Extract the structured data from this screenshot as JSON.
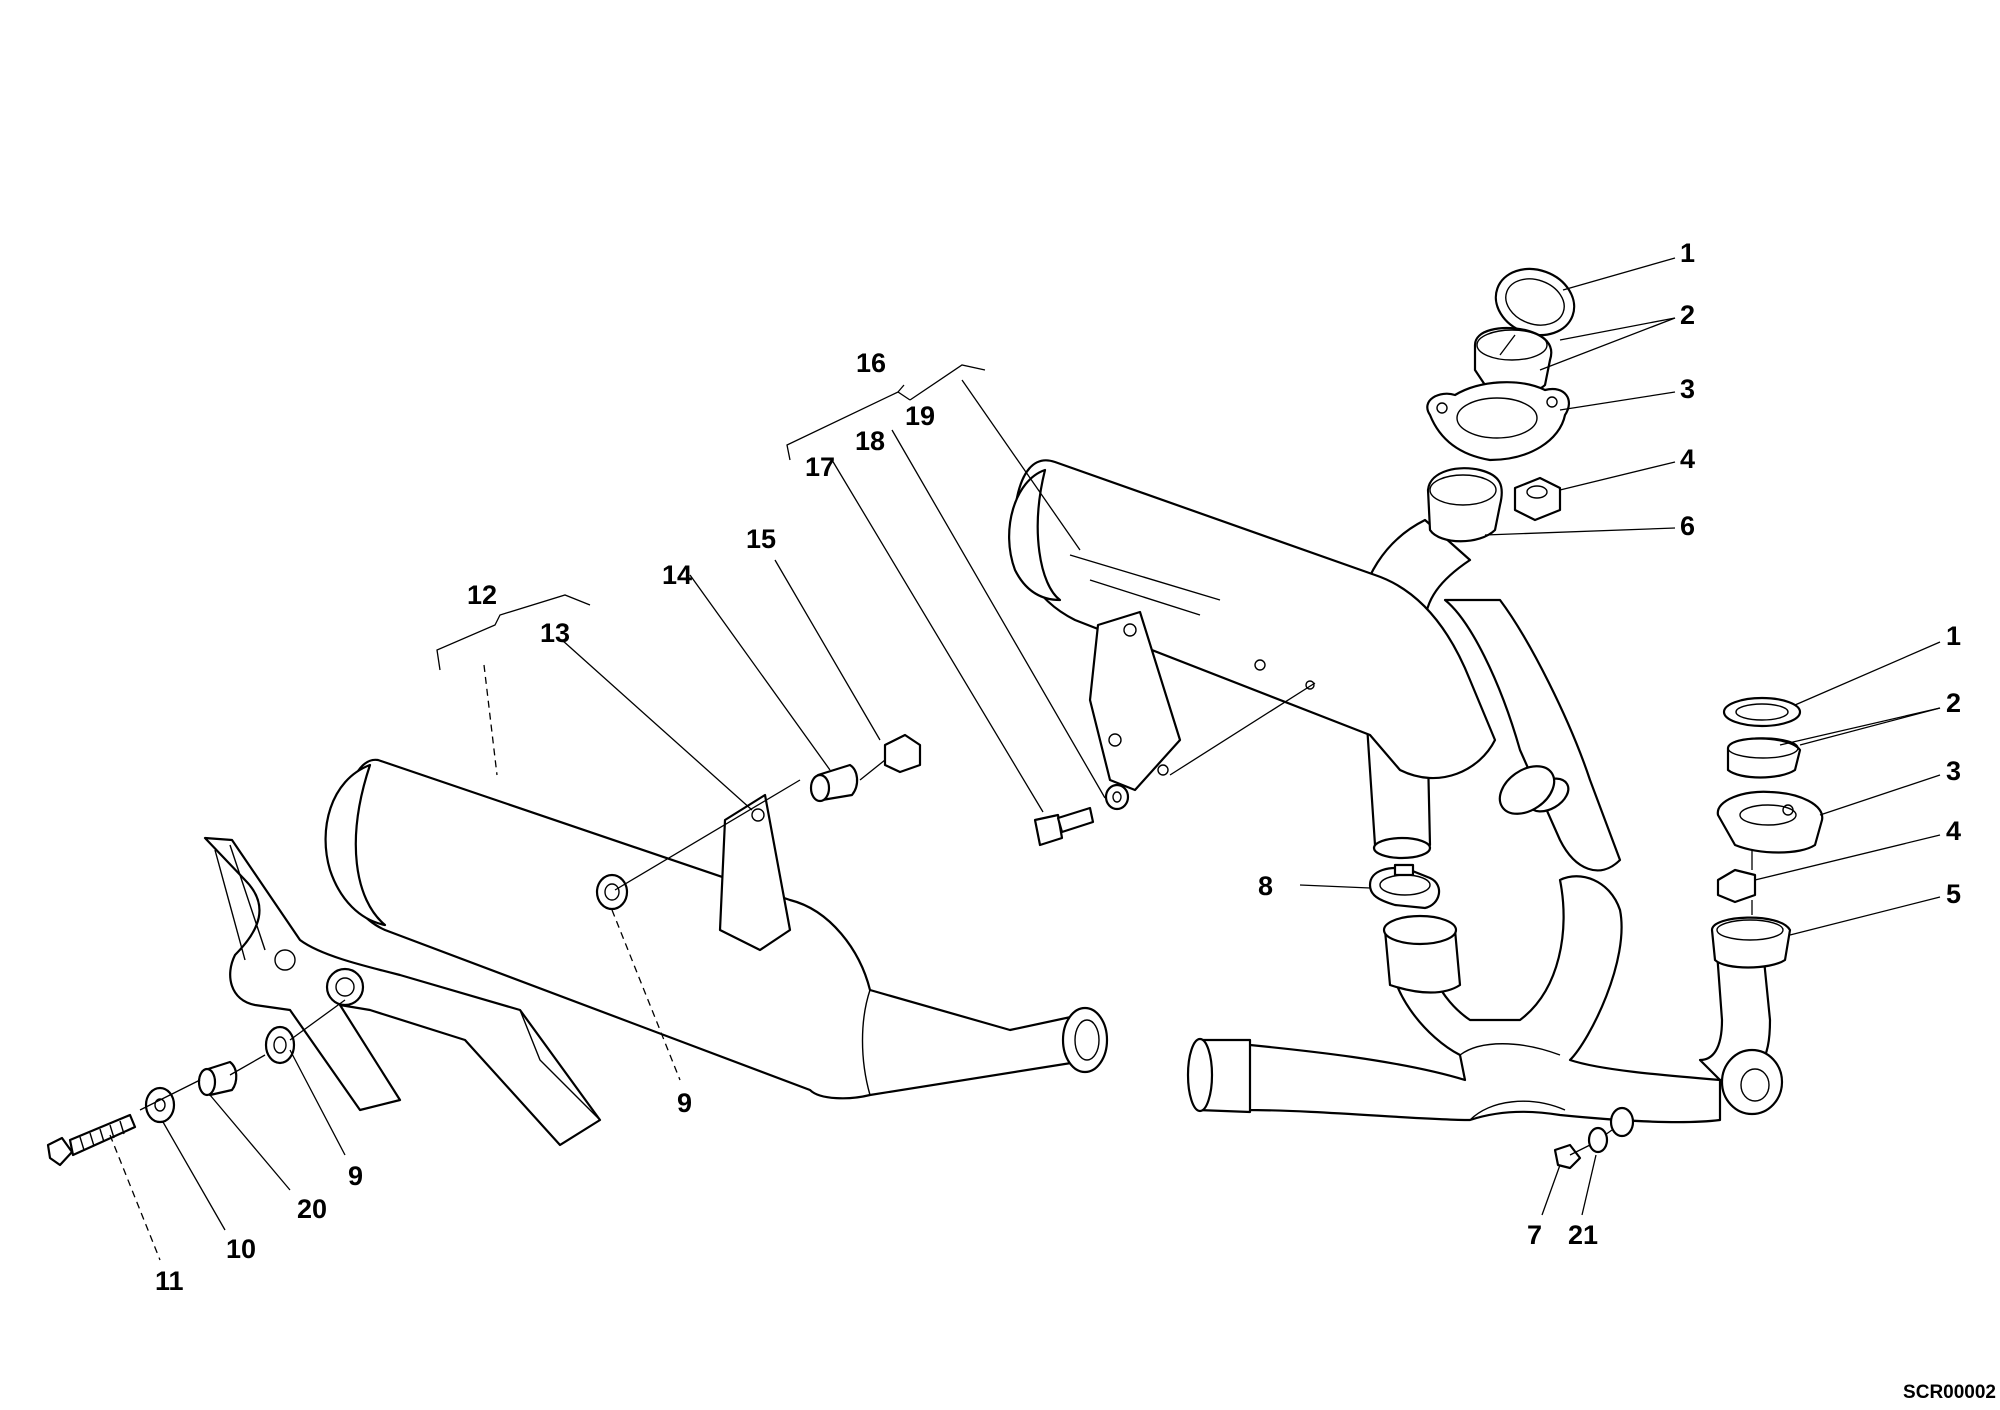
{
  "diagram": {
    "reference_code": "SCR00002",
    "callouts": [
      {
        "id": "c1a",
        "label": "1"
      },
      {
        "id": "c2a",
        "label": "2"
      },
      {
        "id": "c3a",
        "label": "3"
      },
      {
        "id": "c4a",
        "label": "4"
      },
      {
        "id": "c6",
        "label": "6"
      },
      {
        "id": "c1b",
        "label": "1"
      },
      {
        "id": "c2b",
        "label": "2"
      },
      {
        "id": "c3b",
        "label": "3"
      },
      {
        "id": "c4b",
        "label": "4"
      },
      {
        "id": "c5",
        "label": "5"
      },
      {
        "id": "c8",
        "label": "8"
      },
      {
        "id": "c7",
        "label": "7"
      },
      {
        "id": "c21",
        "label": "21"
      },
      {
        "id": "c16",
        "label": "16"
      },
      {
        "id": "c19",
        "label": "19"
      },
      {
        "id": "c18",
        "label": "18"
      },
      {
        "id": "c17",
        "label": "17"
      },
      {
        "id": "c15",
        "label": "15"
      },
      {
        "id": "c14",
        "label": "14"
      },
      {
        "id": "c12",
        "label": "12"
      },
      {
        "id": "c13",
        "label": "13"
      },
      {
        "id": "c9a",
        "label": "9"
      },
      {
        "id": "c9b",
        "label": "9"
      },
      {
        "id": "c20",
        "label": "20"
      },
      {
        "id": "c10",
        "label": "10"
      },
      {
        "id": "c11",
        "label": "11"
      }
    ]
  }
}
